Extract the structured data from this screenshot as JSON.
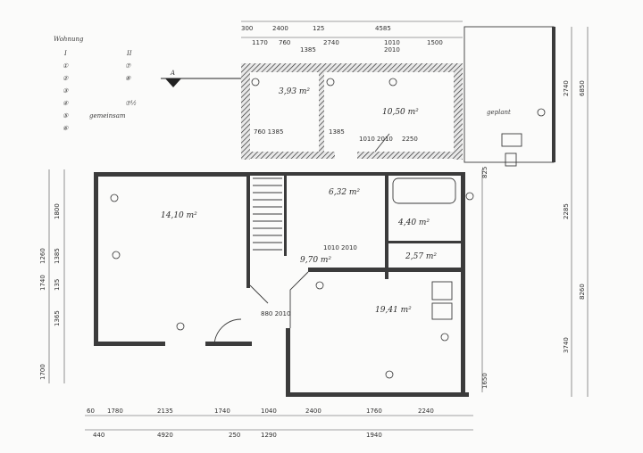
{
  "section_marker": "A",
  "legend": {
    "title": "Wohnung",
    "col1": [
      "I",
      "①",
      "②",
      "③",
      "④",
      "⑤",
      "⑥"
    ],
    "col2": [
      "II",
      "⑦",
      "⑧",
      "⑦½"
    ],
    "note": "gemeinsam"
  },
  "rooms": {
    "r1": "3,93 m²",
    "r2": "10,50 m²",
    "r3": "14,10 m²",
    "r4": "6,32 m²",
    "r5": "9,70 m²",
    "r6": "4,40 m²",
    "r7": "2,57 m²",
    "r8": "19,41 m²"
  },
  "annotations": {
    "geplant": "geplant",
    "a": "a"
  },
  "dims_top_row1": [
    "300",
    "2400",
    "125",
    "4585"
  ],
  "dims_top_row2": [
    "1170",
    "760",
    "1385",
    "2740",
    "1010",
    "2010",
    "1500"
  ],
  "dims_bottom_row1": [
    "60",
    "1780",
    "2135",
    "1740",
    "1040",
    "2400",
    "1760",
    "2240"
  ],
  "dims_bottom_row2": [
    "440",
    "4920",
    "250",
    "1290",
    "1940"
  ],
  "dims_left": [
    "1800",
    "1385",
    "1260",
    "1740",
    "135",
    "1365",
    "1700"
  ],
  "dims_right": [
    "2740",
    "6850",
    "825",
    "2285",
    "8260",
    "3740",
    "1650"
  ],
  "door_labels": [
    "1010 2010",
    "1385",
    "2250",
    "1010 2010",
    "880 2010",
    "760 1385"
  ]
}
